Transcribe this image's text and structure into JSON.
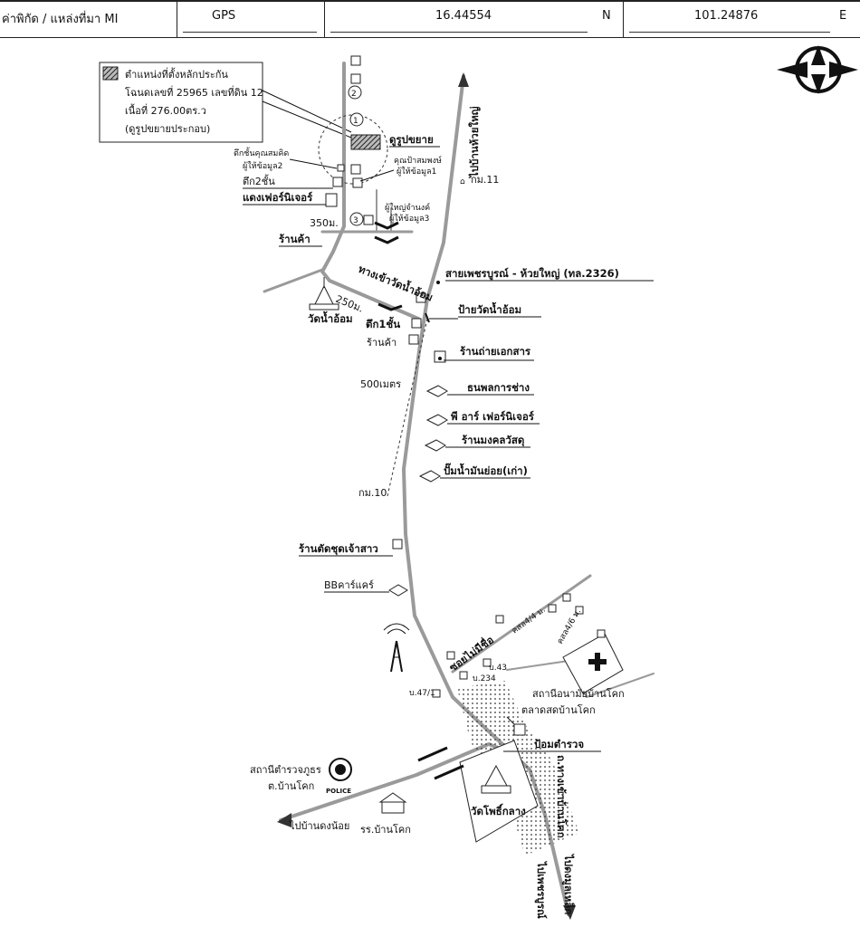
{
  "header": {
    "label_coord": "ค่าพิกัด / แหล่งที่มา MI",
    "source": "GPS",
    "lat": "16.44554",
    "lat_dir": "N",
    "lon": "101.24876",
    "lon_dir": "E"
  },
  "compass": {
    "letter": "N"
  },
  "legend": {
    "line1": "ตำแหน่งที่ตั้งหลักประกัน",
    "line2": "โฉนดเลขที่ 25965  เลขที่ดิน 12",
    "line3": "เนื้อที่ 276.00ตร.ว",
    "line4": "(ดูรูปขยายประกอบ)"
  },
  "labels": {
    "to_huai_yai": "ไปบ้านห้วยใหญ่",
    "zoom": "ดูรูปขยาย",
    "km11": "กม.11",
    "km10": "กม.10",
    "building_informant2": "ตึกชั้นคุณสมคิด",
    "informant2": "ผู้ให้ข้อมูล2",
    "informant1_name": "คุณป้าสมพงษ์",
    "informant1": "ผู้ให้ข้อมูล1",
    "informant3_name": "ผู้ใหญ่จำนงค์",
    "informant3": "ผู้ให้ข้อมูล3",
    "two_storey": "ตึก2ชั้น",
    "furniture_daeng": "แดงเฟอร์นิเจอร์",
    "m350": "350ม.",
    "shop": "ร้านค้า",
    "shop2": "ร้านค้า",
    "main_road": "สายเพชรบูรณ์ - ห้วยใหญ่ (ทล.2326)",
    "path_to_wat": "ทางเข้าวัดน้ำอ้อม",
    "m250": "250ม.",
    "wat_nam_om": "วัดน้ำอ้อม",
    "building_storey": "ตึก1ชั้น",
    "wat_sign": "ป้ายวัดน้ำอ้อม",
    "copy_shop": "ร้านถ่ายเอกสาร",
    "m500": "500เมตร",
    "tanaphon": "ธนพลการช่าง",
    "pr_furniture": "พี อาร์ เฟอร์นิเจอร์",
    "mongkol": "ร้านมงคลวัสดุ",
    "gas_station": "ปั๊มน้ำมันย่อย(เก่า)",
    "bridal": "ร้านตัดชุดเจ้าสาว",
    "bb_car": "BBคาร์แคร์",
    "soi_name": "ซอยไม่มีชื่อ",
    "kosol44": "คสล4/4 ม.",
    "kosol46": "คสล4/6 ม.",
    "b43": "บ.43",
    "b234": "บ.234",
    "b47": "บ.47/1",
    "health_center": "สถานีอนามัยบ้านโคก",
    "market": "ตลาดสดบ้านโคก",
    "police_box": "ป้อมตำรวจ",
    "police_station1": "สถานีตำรวจภูธร",
    "police_station2": "ต.บ้านโคก",
    "police_badge": "POLICE",
    "to_dong_noi": "ไปบ้านดงน้อย",
    "school": "รร.บ้านโคก",
    "wat_pho": "วัดโพธิ์กลาง",
    "road_to_ban_kok": "ถ.ทางเข้าบ้านโคก",
    "to_phetchabun": "ไปเพชรบูรณ์",
    "to_dong_lek": "ไปดงมูลเหล็ก"
  },
  "colors": {
    "road": "#9a9a9a",
    "ink": "#111111"
  }
}
